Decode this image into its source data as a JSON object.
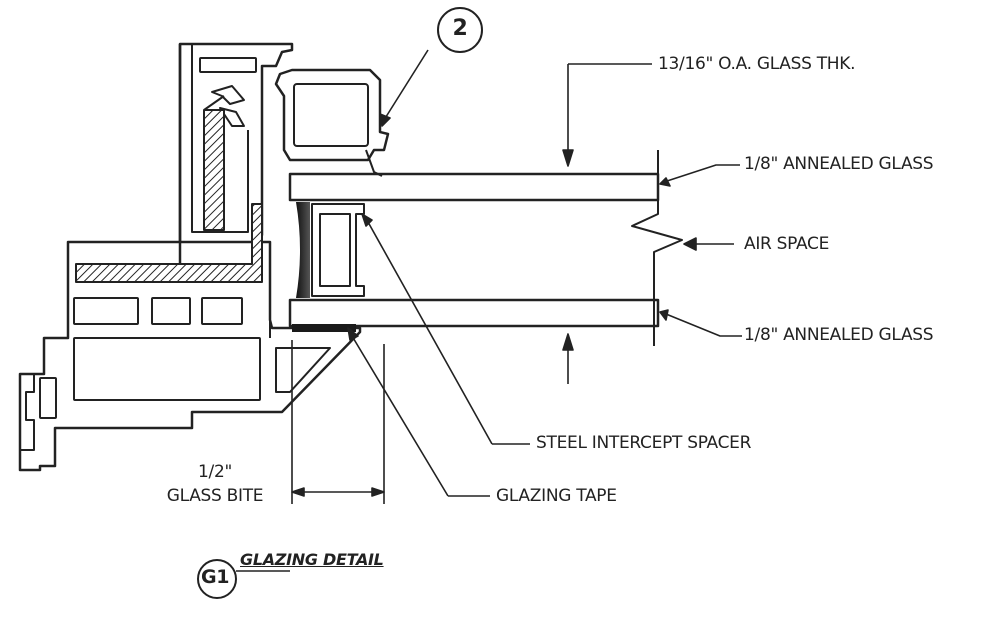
{
  "detail": {
    "callout_number": "2",
    "tag": "G1",
    "title": "GLAZING DETAIL"
  },
  "labels": {
    "overall_thickness": "13/16\" O.A. GLASS THK.",
    "top_glass": "1/8\" ANNEALED GLASS",
    "air_space": "AIR SPACE",
    "bottom_glass": "1/8\" ANNEALED GLASS",
    "spacer": "STEEL INTERCEPT SPACER",
    "glazing_tape": "GLAZING TAPE",
    "bite_value": "1/2\"",
    "bite_label": "GLASS BITE"
  },
  "colors": {
    "line": "#222222",
    "fill": "#ffffff",
    "dark": "#1a1a1a"
  }
}
